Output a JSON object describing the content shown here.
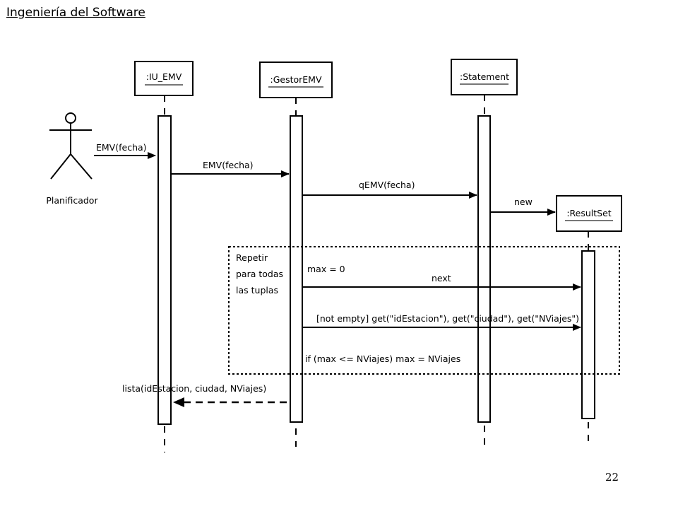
{
  "header": {
    "title": "Ingeniería del Software"
  },
  "footer": {
    "page_number": "22"
  },
  "diagram": {
    "type": "sequence-diagram",
    "actor": {
      "name": "Planificador"
    },
    "lifelines": [
      {
        "id": "iu",
        "label": ":IU_EMV"
      },
      {
        "id": "gestor",
        "label": ":GestorEMV"
      },
      {
        "id": "statement",
        "label": ":Statement"
      },
      {
        "id": "resultset",
        "label": ":ResultSet"
      }
    ],
    "messages": [
      {
        "from": "actor",
        "to": "iu",
        "label": "EMV(fecha)",
        "style": "sync"
      },
      {
        "from": "iu",
        "to": "gestor",
        "label": "EMV(fecha)",
        "style": "sync"
      },
      {
        "from": "gestor",
        "to": "statement",
        "label": "qEMV(fecha)",
        "style": "sync"
      },
      {
        "from": "statement",
        "to": "resultset",
        "label": "new",
        "style": "create"
      },
      {
        "from": "gestor",
        "to": "resultset",
        "label": "next",
        "style": "sync"
      },
      {
        "from": "gestor",
        "to": "resultset",
        "label": "[not empty] get(\"idEstacion\"), get(\"ciudad\"), get(\"NViajes\")",
        "style": "sync"
      },
      {
        "from": "gestor",
        "to": "iu",
        "label": "lista(idEstacion, ciudad, NViajes)",
        "style": "return"
      }
    ],
    "loop_fragment": {
      "condition_lines": [
        "Repetir",
        "para todas",
        "las tuplas"
      ],
      "notes": [
        "max = 0",
        "if (max <= NViajes) max = NViajes"
      ]
    }
  }
}
